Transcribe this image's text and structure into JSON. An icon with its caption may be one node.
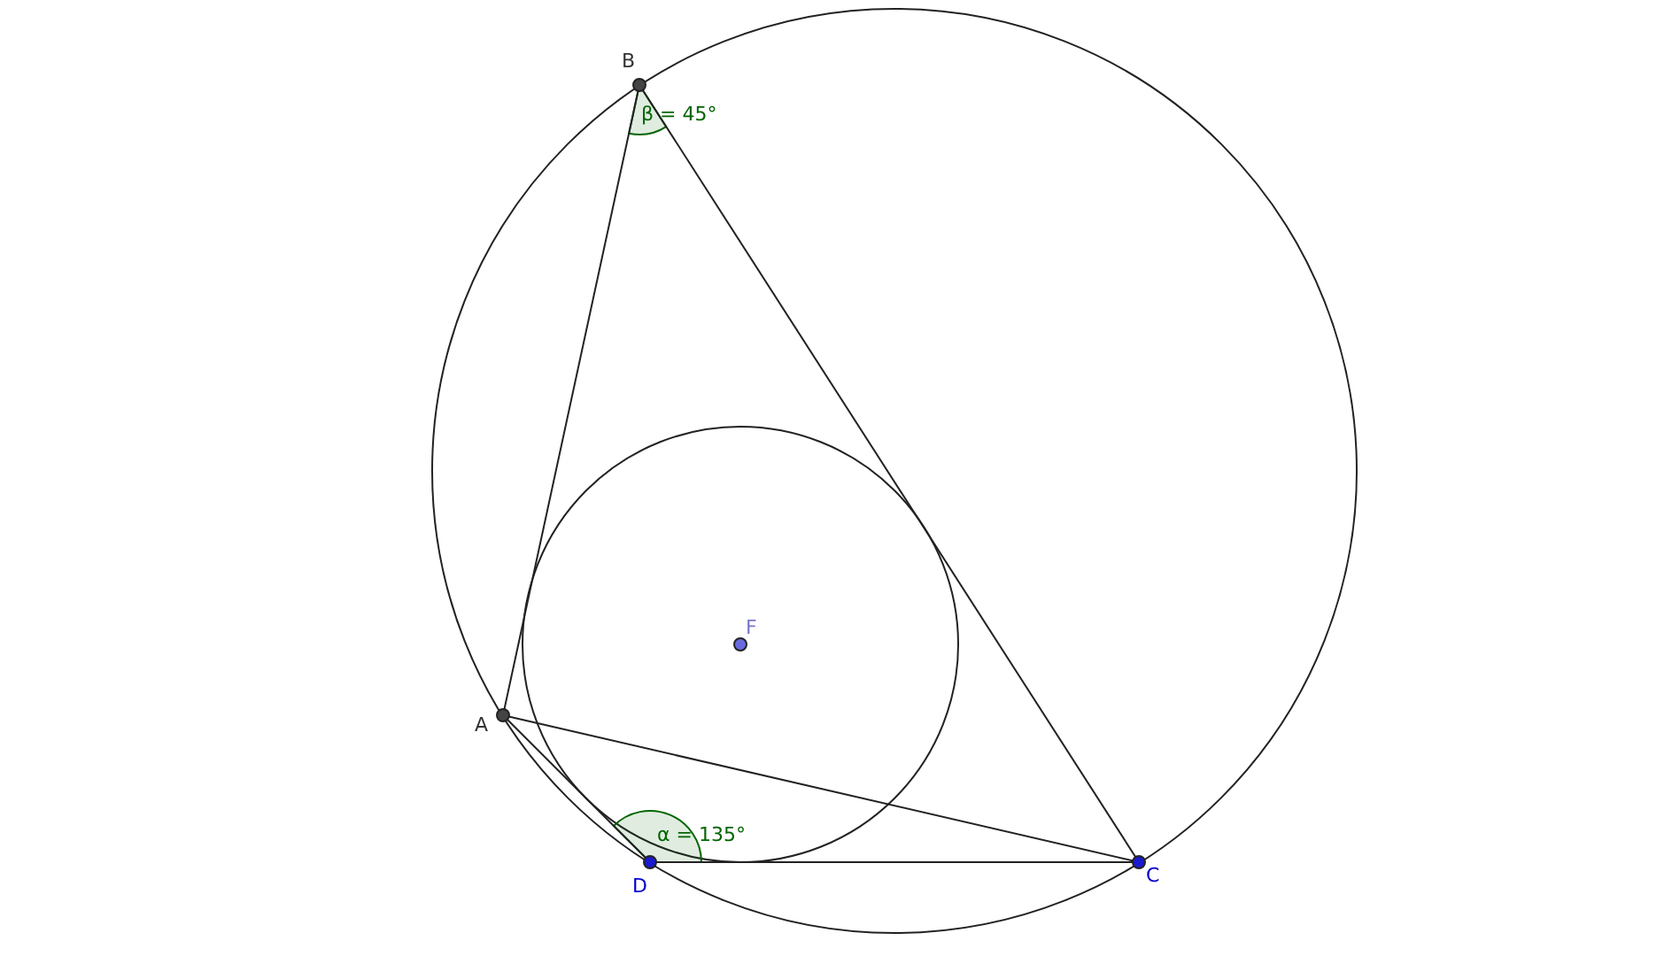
{
  "diagram": {
    "nodes": [
      {
        "text": [
          "B"
        ]
      },
      {
        "text": [
          "F"
        ]
      },
      {
        "text": [
          "A"
        ]
      },
      {
        "text": [
          "D"
        ]
      },
      {
        "text": [
          "C"
        ]
      }
    ],
    "edges": [
      {
        "from": 0,
        "to": 2,
        "arrow": "none"
      },
      {
        "from": 0,
        "to": 4,
        "arrow": "none"
      },
      {
        "from": 2,
        "to": 4,
        "arrow": "none"
      },
      {
        "from": 2,
        "to": 3,
        "arrow": "none"
      },
      {
        "from": 3,
        "to": 4,
        "arrow": "none"
      }
    ],
    "labels": [
      "β = 45°",
      "α = 135°"
    ]
  }
}
